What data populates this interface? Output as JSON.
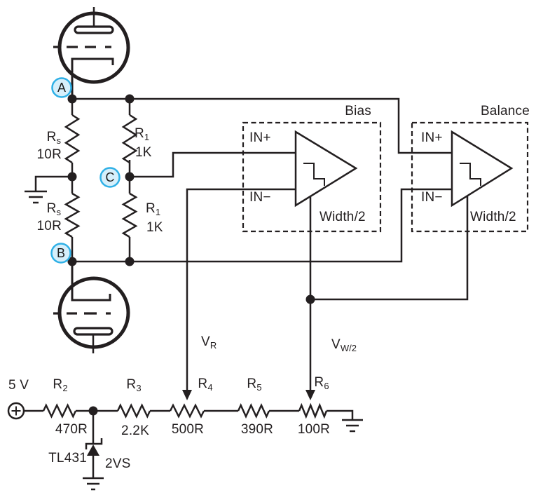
{
  "supply": {
    "voltage": "5 V",
    "polarity": "+"
  },
  "nodes": {
    "a": "A",
    "b": "B",
    "c": "C"
  },
  "resistors": {
    "rs_top": {
      "main": "R",
      "sub": "s",
      "value": "10R"
    },
    "rs_bottom": {
      "main": "R",
      "sub": "s",
      "value": "10R"
    },
    "r1_top": {
      "main": "R",
      "sub": "1",
      "value": "1K"
    },
    "r1_bottom": {
      "main": "R",
      "sub": "1",
      "value": "1K"
    },
    "r2": {
      "main": "R",
      "sub": "2",
      "value": "470R"
    },
    "r3": {
      "main": "R",
      "sub": "3",
      "value": "2.2K"
    },
    "r4": {
      "main": "R",
      "sub": "4",
      "value": "500R"
    },
    "r5": {
      "main": "R",
      "sub": "5",
      "value": "390R"
    },
    "r6": {
      "main": "R",
      "sub": "6",
      "value": "100R"
    }
  },
  "reference": {
    "part": "TL431",
    "node": "2VS"
  },
  "signals": {
    "vr": {
      "main": "V",
      "sub": "R"
    },
    "vw2": {
      "main": "V",
      "sub": "W/2"
    }
  },
  "comparators": {
    "bias": {
      "title": "Bias",
      "in_plus": "IN+",
      "in_minus": "IN−",
      "width": "Width/2"
    },
    "balance": {
      "title": "Balance",
      "in_plus": "IN+",
      "in_minus": "IN−",
      "width": "Width/2"
    }
  },
  "colors": {
    "ink": "#231f20",
    "badge_fill": "#d6effb",
    "badge_stroke": "#2fb0e6"
  }
}
